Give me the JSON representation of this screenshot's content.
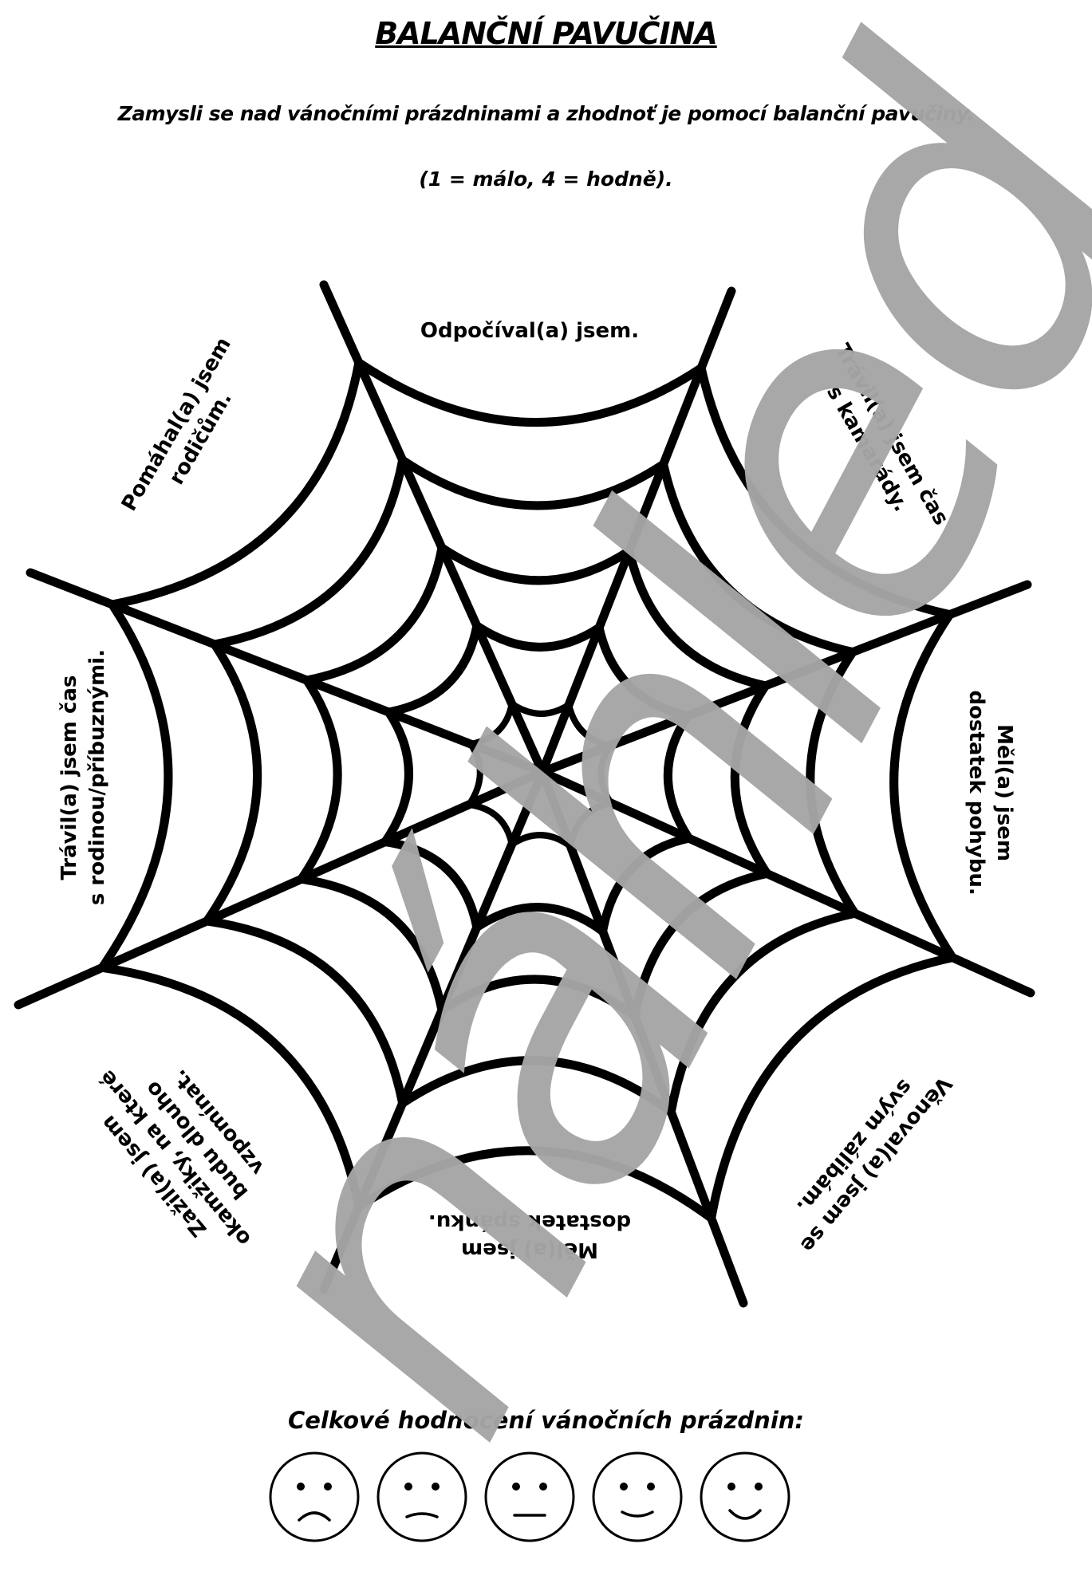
{
  "title": "BALANČNÍ PAVUČINA",
  "instruction": "Zamysli se nad vánočními prázdninami a zhodnoť je pomocí balanční pavučiny.",
  "scale_note": "(1 = málo, 4 = hodně).",
  "web_labels": {
    "top": "Odpočíval(a) jsem.",
    "top_right": [
      "Trávil(a) jsem čas",
      "s kamarády."
    ],
    "right": [
      "Měl(a) jsem",
      "dostatek pohybu."
    ],
    "bottom_right": [
      "Věnoval(a) jsem se",
      "svým zálibám."
    ],
    "bottom": [
      "Měl(a) jsem",
      "dostatek spánku."
    ],
    "bottom_left": [
      "Zažil(a) jsem",
      "okamžiky, na které",
      "budu dlouho",
      "vzpomínat."
    ],
    "left": [
      "Trávil(a) jsem čas",
      "s rodinou/příbuznými."
    ],
    "top_left": [
      "Pomáhal(a) jsem",
      "rodičům."
    ]
  },
  "overall_label": "Celkové hodnocení vánočních prázdnin:",
  "smileys": [
    "very-sad",
    "sad",
    "neutral",
    "happy",
    "very-happy"
  ],
  "watermark": "náhled",
  "colors": {
    "ink": "#000000",
    "watermark": "#a6a6a6"
  }
}
